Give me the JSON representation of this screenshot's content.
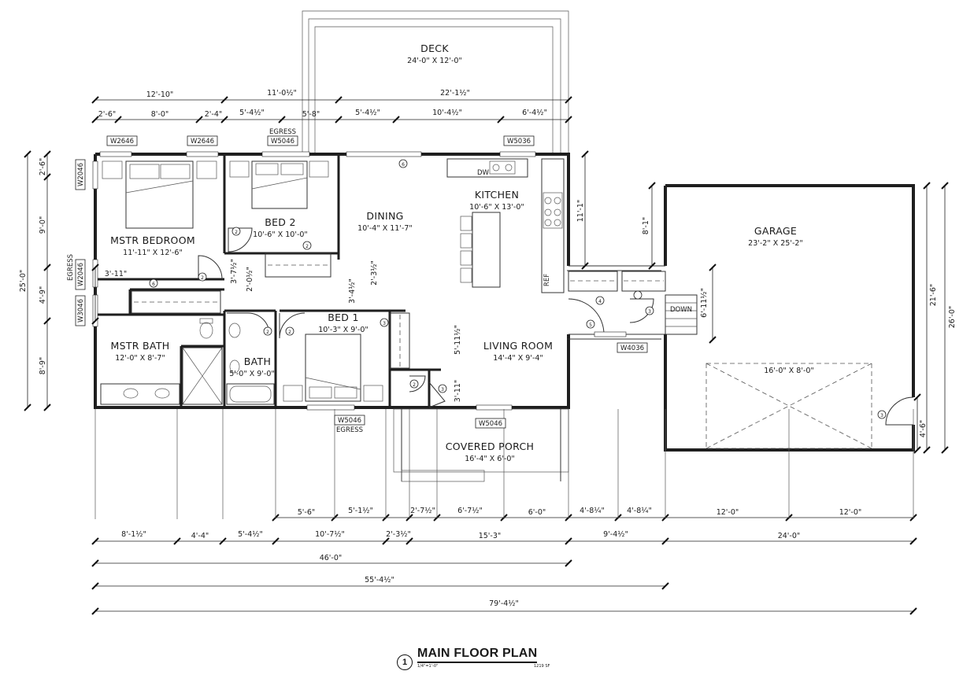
{
  "title": {
    "number": "1",
    "text": "MAIN FLOOR PLAN",
    "scale": "1/4\"=1'-0\"",
    "area": "1219 SF"
  },
  "rooms": {
    "deck": {
      "name": "DECK",
      "dim": "24'-0\" X 12'-0\""
    },
    "kitchen": {
      "name": "KITCHEN",
      "dim": "10'-6\" X 13'-0\""
    },
    "dining": {
      "name": "DINING",
      "dim": "10'-4\" X 11'-7\""
    },
    "bed2": {
      "name": "BED 2",
      "dim": "10'-6\" X 10'-0\""
    },
    "mstr_bedroom": {
      "name": "MSTR BEDROOM",
      "dim": "11'-11\" X 12'-6\""
    },
    "garage": {
      "name": "GARAGE",
      "dim": "23'-2\" X 25'-2\""
    },
    "bed1": {
      "name": "BED 1",
      "dim": "10'-3\" X 9'-0\""
    },
    "living": {
      "name": "LIVING ROOM",
      "dim": "14'-4\" X 9'-4\""
    },
    "mstr_bath": {
      "name": "MSTR BATH",
      "dim": "12'-0\" X 8'-7\""
    },
    "bath": {
      "name": "BATH",
      "dim": "5'-0\" X 9'-0\""
    },
    "porch": {
      "name": "COVERED PORCH",
      "dim": "16'-4\" X 6'-0\""
    },
    "garage_door": {
      "dim": "16'-0\" X 8'-0\""
    }
  },
  "labels": {
    "egress_bed2": "EGRESS",
    "egress_mstr": "EGRESS",
    "egress_bed1": "EGRESS",
    "dw": "DW",
    "ref": "REF",
    "down": "DOWN"
  },
  "windows": {
    "w1": "W2646",
    "w2": "W2646",
    "w3": "W5046",
    "w4": "W5036",
    "w5": "W2046",
    "w6": "W2046",
    "w7": "W3046",
    "w8": "W5046",
    "w9": "W5046",
    "w10": "W4036"
  },
  "door_tags": {
    "d1": "6",
    "d2": "2",
    "d3": "6",
    "d4": "2",
    "d5": "2",
    "d6": "2",
    "d7": "2",
    "d8": "3",
    "d9": "3",
    "d10": "4",
    "d11": "2",
    "d12": "5",
    "d13": "3",
    "d14": "3"
  },
  "dims": {
    "top1": "12'-10\"",
    "top2": "11'-0½\"",
    "top3": "22'-1½\"",
    "top4": "2'-6\"",
    "top5": "8'-0\"",
    "top6": "2'-4\"",
    "top7": "5'-4½\"",
    "top8": "5'-8\"",
    "top9": "5'-4½\"",
    "top10": "10'-4½\"",
    "top11": "6'-4½\"",
    "left1": "25'-0\"",
    "left2": "2'-6\"",
    "left3": "9'-0\"",
    "left4": "4'-9\"",
    "left5": "8'-9\"",
    "int1": "3'-11\"",
    "int2": "3'-7½\"",
    "int3": "2'-0½\"",
    "int4": "3'-4½\"",
    "int5": "2'-3½\"",
    "int6": "5'-11½\"",
    "int7": "3'-11\"",
    "int8": "11'-1\"",
    "int9": "8'-1\"",
    "int10": "6'-11½\"",
    "right1": "21'-6\"",
    "right2": "26'-0\"",
    "right3": "4'-6\"",
    "b1": "5'-6\"",
    "b2": "5'-1½\"",
    "b3": "2'-7½\"",
    "b4": "6'-7½\"",
    "b5": "6'-0\"",
    "b6": "4'-8¼\"",
    "b7": "4'-8¼\"",
    "b8": "12'-0\"",
    "b9": "12'-0\"",
    "c1": "8'-1½\"",
    "c2": "4'-4\"",
    "c3": "5'-4½\"",
    "c4": "10'-7½\"",
    "c5": "2'-3½\"",
    "c6": "15'-3\"",
    "c7": "9'-4½\"",
    "c8": "24'-0\"",
    "t1": "46'-0\"",
    "t2": "55'-4½\"",
    "t3": "79'-4½\""
  }
}
